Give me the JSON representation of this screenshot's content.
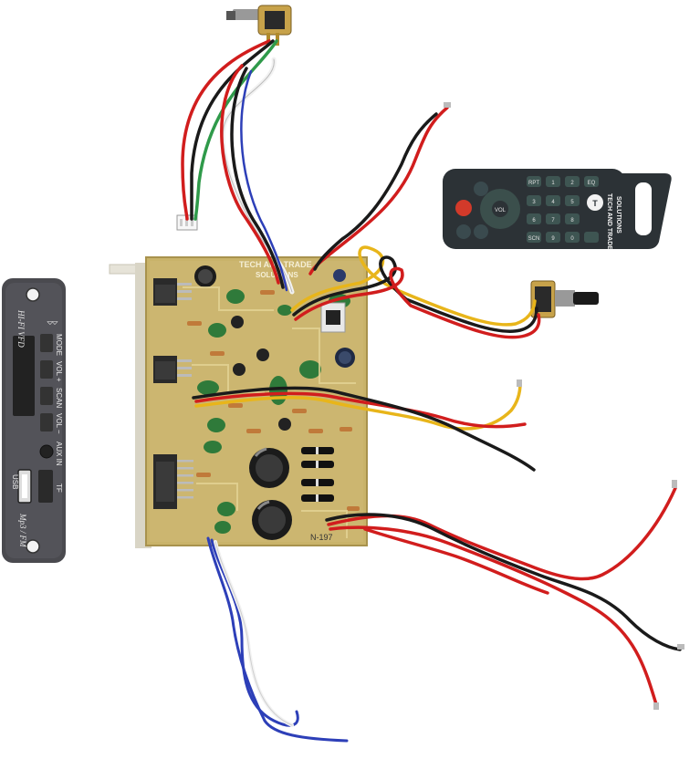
{
  "mp3_panel": {
    "labels": {
      "hifi_vfd": "HI-FI VFD",
      "mode": "MODE",
      "vol_plus": "VOL +",
      "scan": "SCAN",
      "vol_minus": "VOL −",
      "aux_in": "AUX IN",
      "usb": "USB",
      "tf": "TF",
      "mp3_fm": "Mp3 / FM"
    },
    "icons": [
      "bluetooth-icon"
    ]
  },
  "amplifier_board": {
    "brand": "TECH AND TRADE",
    "brand_sub": "SOLUTIONS",
    "board_code": "N-197"
  },
  "remote": {
    "brand": "TECH AND TRADE",
    "brand_sub": "SOLUTIONS",
    "buttons": [
      "RPT",
      "EQ",
      "1",
      "2",
      "3",
      "4",
      "5",
      "6",
      "7",
      "8",
      "9",
      "0",
      "VOL",
      "SCN"
    ]
  },
  "colors": {
    "board": "#c9b36a",
    "board_edge": "#a8924d",
    "heatsink": "#e6e3d8",
    "panel": "#4a4a4f",
    "remote": "#2c3236",
    "remote_accent": "#d23a2a",
    "wire_red": "#d11d1d",
    "wire_black": "#1a1a1a",
    "wire_yellow": "#e8b51a",
    "wire_blue": "#2d3fb8",
    "wire_green": "#2f9a4a",
    "wire_white": "#f2f2f2"
  }
}
